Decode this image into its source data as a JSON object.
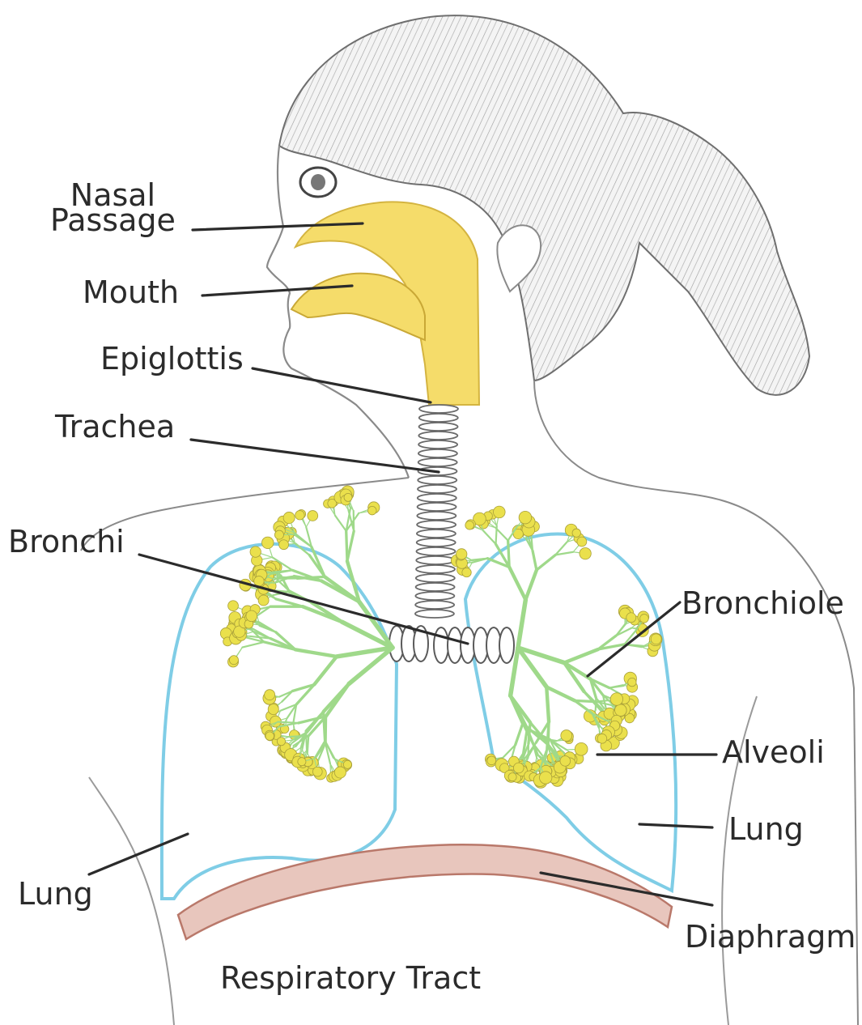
{
  "diagram": {
    "caption": "Respiratory Tract",
    "labels": {
      "nasal_passage_line1": "Nasal",
      "nasal_passage_line2": "Passage",
      "mouth": "Mouth",
      "epiglottis": "Epiglottis",
      "trachea": "Trachea",
      "bronchi": "Bronchi",
      "bronchiole": "Bronchiole",
      "alveoli": "Alveoli",
      "lung_right": "Lung",
      "lung_left": "Lung",
      "diaphragm": "Diaphragm"
    },
    "colors": {
      "nasal_mouth_fill": "#f5dc6a",
      "lung_outline": "#7fcde6",
      "bronchiole": "#9fd98a",
      "alveoli": "#eae04c",
      "diaphragm": "#cf9a90",
      "pencil": "#8a8a8a",
      "leader_line": "#2b2b2b"
    }
  }
}
